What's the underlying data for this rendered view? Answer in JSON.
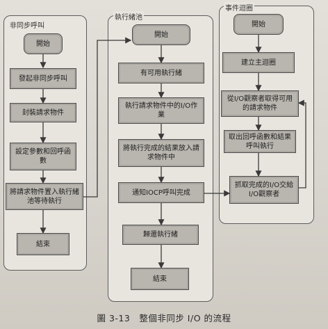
{
  "lanes": [
    {
      "title": "非同步呼叫"
    },
    {
      "title": "執行緒池"
    },
    {
      "title": "事件迴圈"
    }
  ],
  "nodes": {
    "n1": "開始",
    "n2": "發起非同步呼叫",
    "n3": "封裝請求物件",
    "n4": "設定參數和回呼函數",
    "n5": "將請求物件置入執行緒池等待執行",
    "n6": "結束",
    "m1": "開始",
    "m2": "有可用執行緒",
    "m3": "執行請求物件中的I/O作業",
    "m4": "將執行完成的結果放入請求物件中",
    "m5": "通知IOCP呼叫完成",
    "m6": "歸還執行緒",
    "m7": "結束",
    "r1": "開始",
    "r2": "建立主迴圈",
    "r3": "從I/O觀察者取得可用的請求物件",
    "r4": "取出回呼函數和結果呼叫執行",
    "r5": "抓取完成的I/O交給I/O觀察者"
  },
  "caption": "圖 3-13　整個非同步 I/O 的流程"
}
